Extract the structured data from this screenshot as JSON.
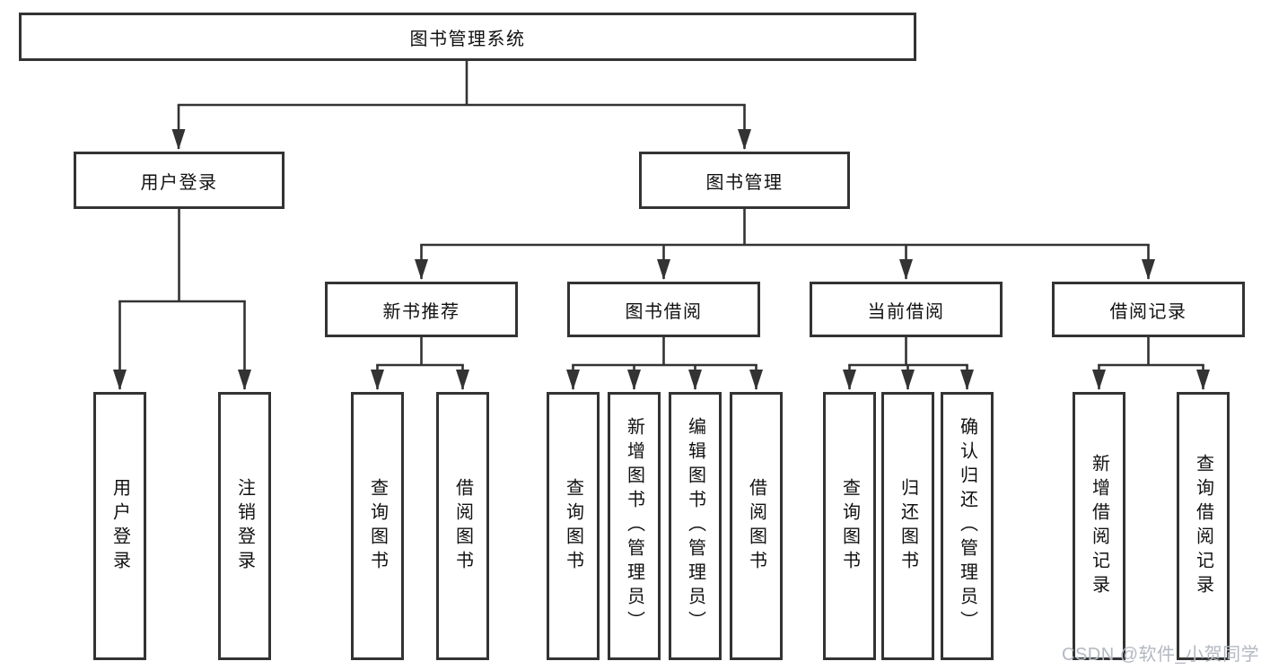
{
  "diagram": {
    "type": "hierarchy-tree",
    "tree": {
      "root": {
        "label": "图书管理系统"
      },
      "children": [
        {
          "label": "用户登录",
          "children": [
            {
              "label": "用户登录"
            },
            {
              "label": "注销登录"
            }
          ]
        },
        {
          "label": "图书管理",
          "children": [
            {
              "label": "新书推荐",
              "children": [
                {
                  "label": "查询图书"
                },
                {
                  "label": "借阅图书"
                }
              ]
            },
            {
              "label": "图书借阅",
              "children": [
                {
                  "label": "查询图书"
                },
                {
                  "label": "新增图书（管理员）"
                },
                {
                  "label": "编辑图书（管理员）"
                },
                {
                  "label": "借阅图书"
                }
              ]
            },
            {
              "label": "当前借阅",
              "children": [
                {
                  "label": "查询图书"
                },
                {
                  "label": "归还图书"
                },
                {
                  "label": "确认归还（管理员）"
                }
              ]
            },
            {
              "label": "借阅记录",
              "children": [
                {
                  "label": "新增借阅记录"
                },
                {
                  "label": "查询借阅记录"
                }
              ]
            }
          ]
        }
      ]
    }
  },
  "watermark": {
    "text": "CSDN @软件_小贺同学"
  },
  "colors": {
    "line": "#333333",
    "box_border": "#333333",
    "text": "#111111",
    "watermark": "#b3b8c2",
    "background": "#ffffff"
  }
}
